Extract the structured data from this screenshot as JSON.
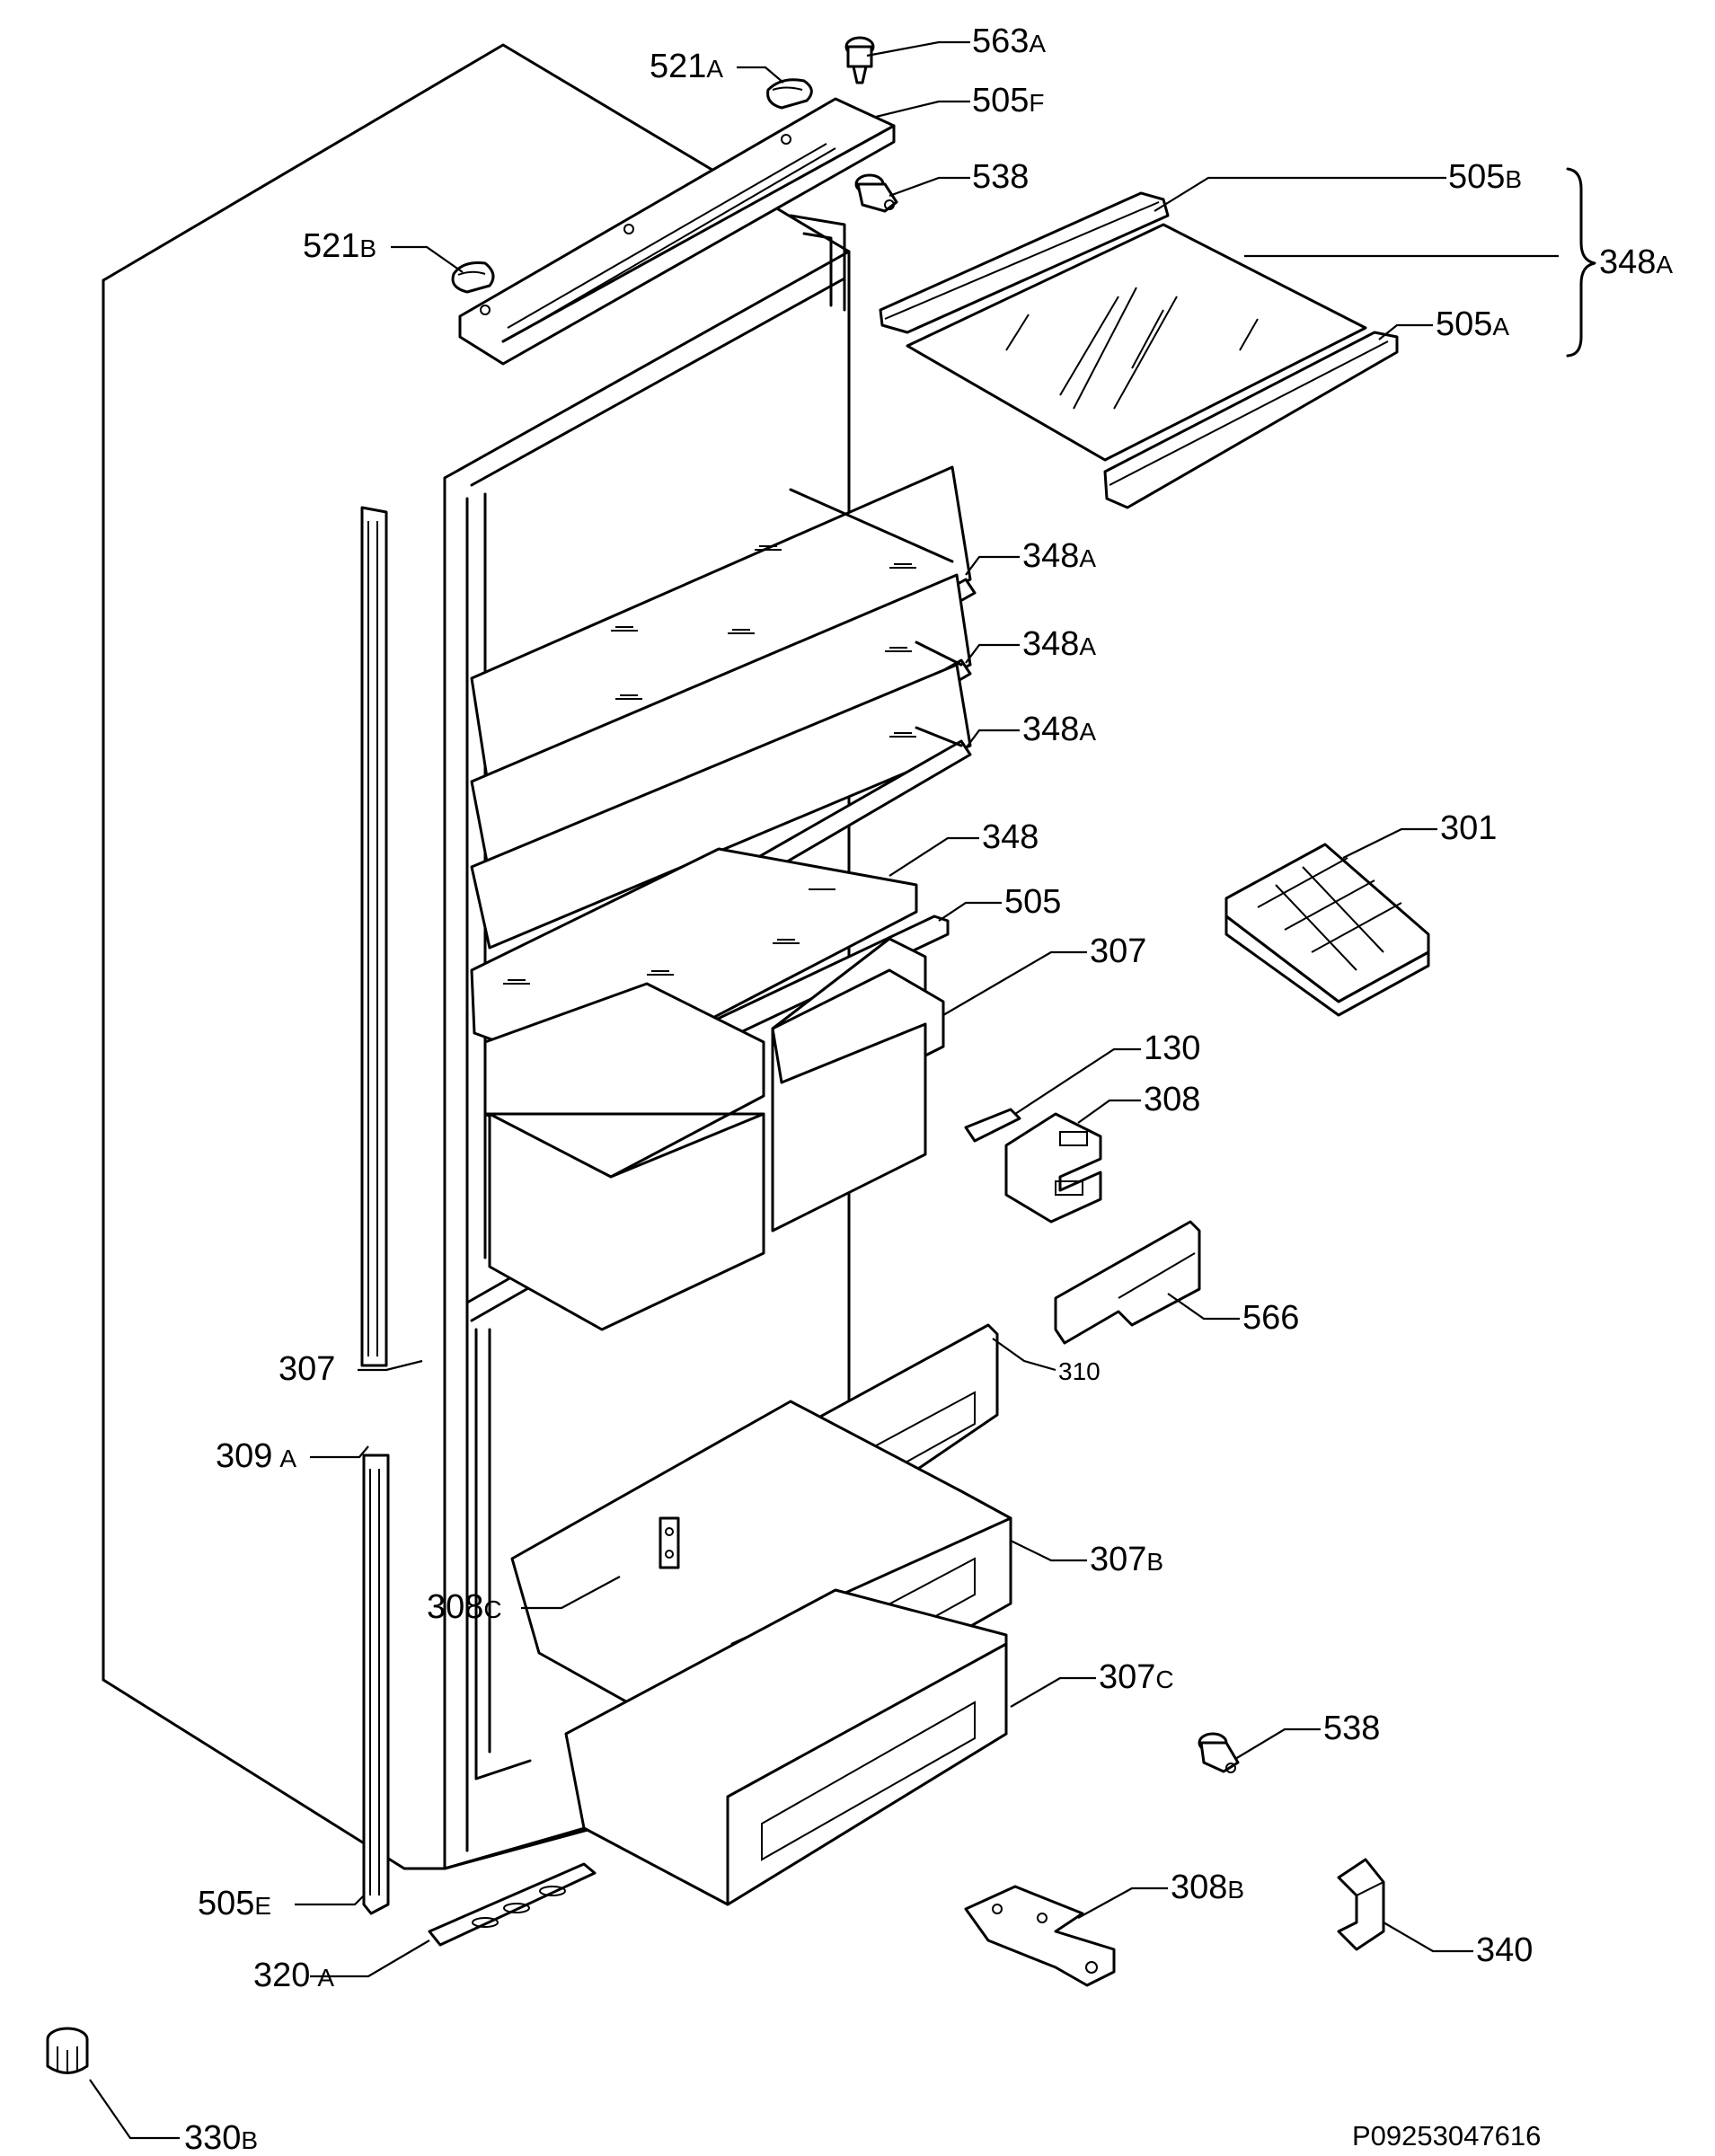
{
  "labels": {
    "p563a": {
      "num": "563",
      "suffix": "A"
    },
    "p521a": {
      "num": "521",
      "suffix": "A"
    },
    "p505f": {
      "num": "505",
      "suffix": "F"
    },
    "p538_top": {
      "num": "538",
      "suffix": ""
    },
    "p521b": {
      "num": "521",
      "suffix": "B"
    },
    "p505b": {
      "num": "505",
      "suffix": "B"
    },
    "p348a_group": {
      "num": "348",
      "suffix": "A"
    },
    "p505a": {
      "num": "505",
      "suffix": "A"
    },
    "p348a_1": {
      "num": "348",
      "suffix": "A"
    },
    "p348a_2": {
      "num": "348",
      "suffix": "A"
    },
    "p348a_3": {
      "num": "348",
      "suffix": "A"
    },
    "p348": {
      "num": "348",
      "suffix": ""
    },
    "p505": {
      "num": "505",
      "suffix": ""
    },
    "p307_top": {
      "num": "307",
      "suffix": ""
    },
    "p301": {
      "num": "301",
      "suffix": ""
    },
    "p130": {
      "num": "130",
      "suffix": ""
    },
    "p308": {
      "num": "308",
      "suffix": ""
    },
    "p566": {
      "num": "566",
      "suffix": ""
    },
    "p310": {
      "num": "310",
      "suffix": ""
    },
    "p307_left": {
      "num": "307",
      "suffix": ""
    },
    "p309a": {
      "num": "309",
      "suffix": "A"
    },
    "p307b": {
      "num": "307",
      "suffix": "B"
    },
    "p308c": {
      "num": "308",
      "suffix": "C"
    },
    "p307c": {
      "num": "307",
      "suffix": "C"
    },
    "p538_bottom": {
      "num": "538",
      "suffix": ""
    },
    "p505e": {
      "num": "505",
      "suffix": "E"
    },
    "p308b": {
      "num": "308",
      "suffix": "B"
    },
    "p320a": {
      "num": "320",
      "suffix": "A"
    },
    "p340": {
      "num": "340",
      "suffix": ""
    },
    "p330b": {
      "num": "330",
      "suffix": "B"
    }
  },
  "drawing_code": "P09253047616"
}
